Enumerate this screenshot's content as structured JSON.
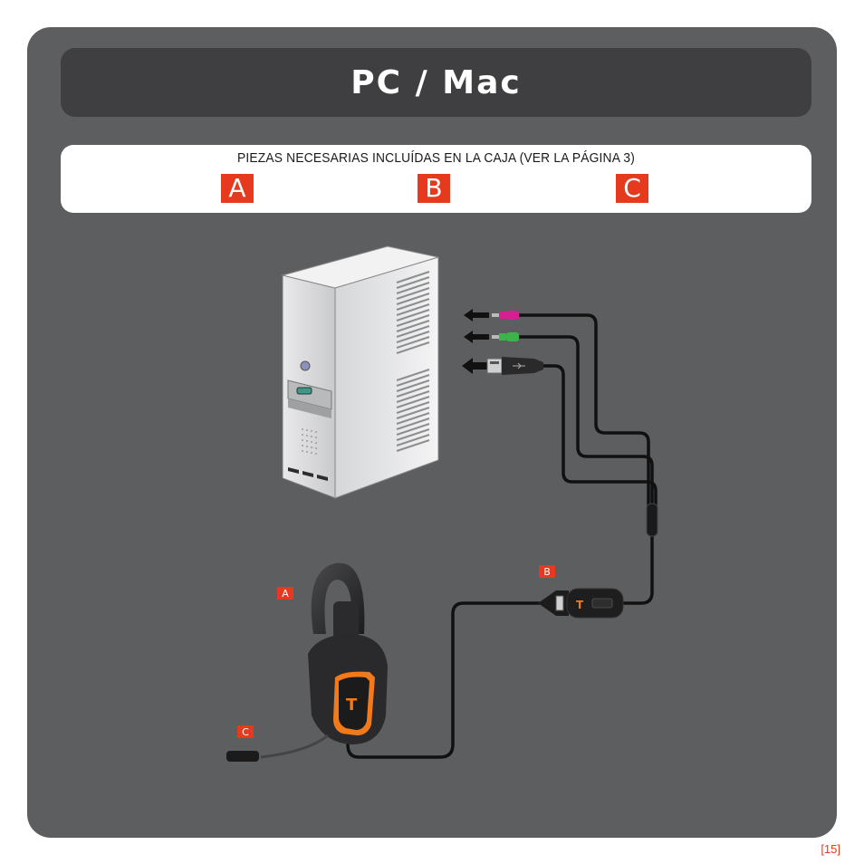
{
  "title": "PC / Mac",
  "parts_text": "PIEZAS NECESARIAS INCLUÍDAS EN LA CAJA (VER LA PÁGINA 3)",
  "parts": [
    "A",
    "B",
    "C"
  ],
  "labels": {
    "headset": "A",
    "control_unit": "B",
    "mic": "C"
  },
  "page_number": "[15]",
  "colors": {
    "accent": "#e63a1e",
    "panel": "#5d5e60",
    "title_bar": "#3f3f41",
    "mic_plug": "#d6208f",
    "headphone_plug": "#3cb44a",
    "headset_glow": "#f27a1a"
  }
}
